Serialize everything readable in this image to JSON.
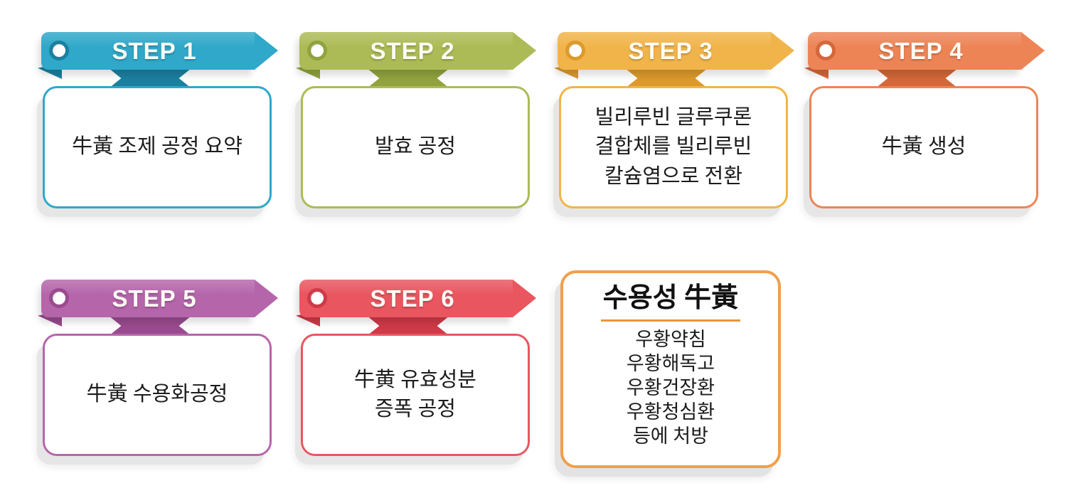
{
  "diagram": {
    "steps": [
      {
        "label": "STEP 1",
        "text": "牛黃 조제 공정 요약",
        "color": "#2fa8c9",
        "dark": "#1b80a0"
      },
      {
        "label": "STEP 2",
        "text": "발효 공정",
        "color": "#adbb56",
        "dark": "#90a33e"
      },
      {
        "label": "STEP 3",
        "text": "빌리루빈 글루쿠론\n결합체를 빌리루빈\n칼슘염으로 전환",
        "color": "#f1b44a",
        "dark": "#dd9a2c"
      },
      {
        "label": "STEP 4",
        "text": "牛黃 생성",
        "color": "#ed8456",
        "dark": "#d4683a"
      },
      {
        "label": "STEP 5",
        "text": "牛黃 수용화공정",
        "color": "#b566ab",
        "dark": "#9a4b8f"
      },
      {
        "label": "STEP 6",
        "text": "牛黄 유효성분\n증폭 공정",
        "color": "#e95660",
        "dark": "#cf3a47"
      }
    ],
    "result": {
      "title": "수용성 牛黃",
      "items": [
        "우황약침",
        "우황해독고",
        "우황건장환",
        "우황청심환",
        "등에 처방"
      ],
      "border_color": "#f0a04a",
      "underline_color": "#e8963b"
    }
  }
}
